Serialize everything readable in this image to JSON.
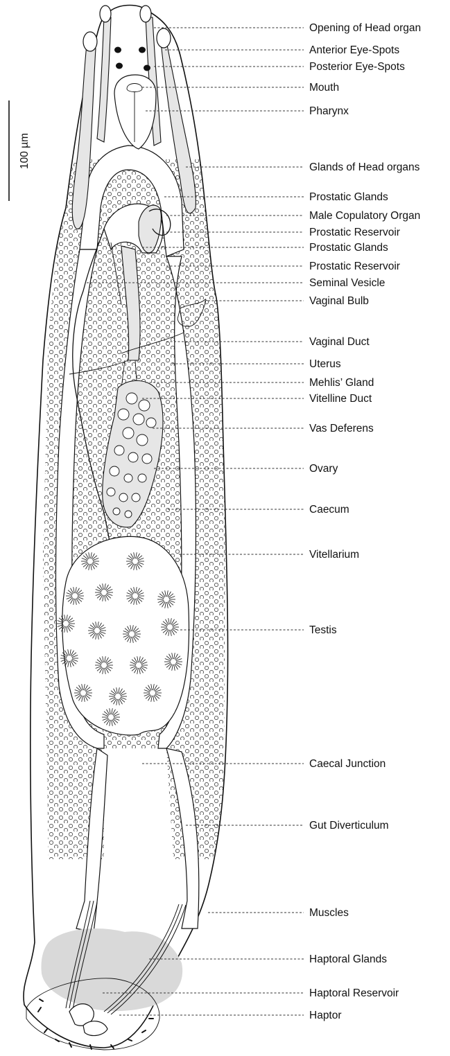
{
  "scale_bar": {
    "label": "100 µm"
  },
  "labels": [
    "Opening of Head organ",
    "Anterior Eye-Spots",
    "Posterior Eye-Spots",
    "Mouth",
    "Pharynx",
    "Glands of Head organs",
    "Prostatic Glands",
    "Male Copulatory Organ",
    "Prostatic Reservoir",
    "Prostatic Glands",
    "Prostatic Reservoir",
    "Seminal Vesicle",
    "Vaginal Bulb",
    "Vaginal Duct",
    "Uterus",
    "Mehlis’ Gland",
    "Vitelline Duct",
    "Vas Deferens",
    "Ovary",
    "Caecum",
    "Vitellarium",
    "Testis",
    "Caecal Junction",
    "Gut Diverticulum",
    "Muscles",
    "Haptoral Glands",
    "Haptoral Reservoir",
    "Haptor"
  ],
  "colors": {
    "ink": "#111111",
    "shade": "#d9d9d9",
    "light": "#e6e6e6"
  }
}
